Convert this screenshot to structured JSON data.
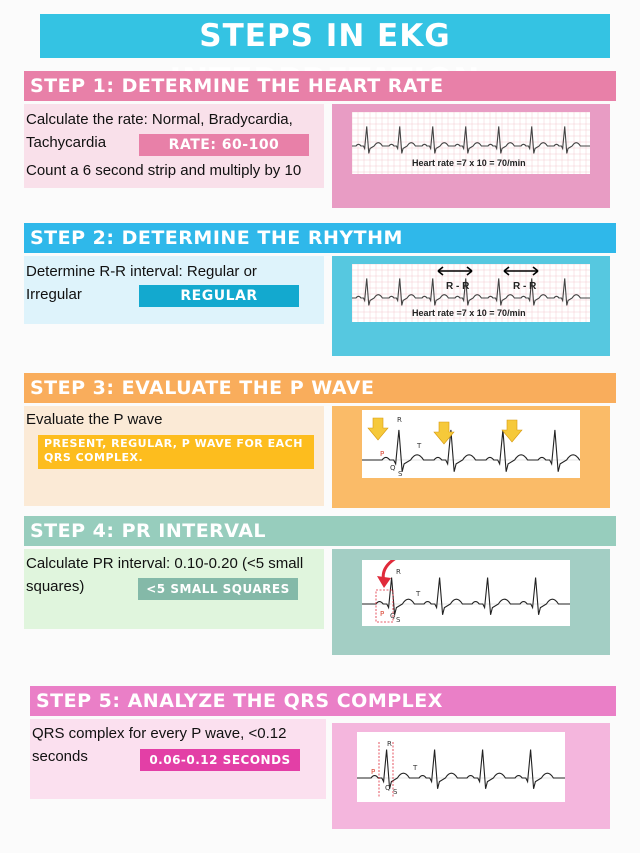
{
  "title": "STEPS IN EKG INTERPRETATION",
  "colors": {
    "title_bg": "#34c3e3",
    "step1": "#e880a8",
    "step1_light": "#f9e0ea",
    "step2": "#2fb8ea",
    "step2_light": "#def3fb",
    "step3": "#f9ad5c",
    "step3_light": "#fbead6",
    "step4": "#97cdbd",
    "step4_light": "#e0f5dd",
    "step5": "#ea7fc7",
    "step5_light": "#fbe0ef",
    "arrow_yellow": "#f6c93a",
    "arrow_red": "#e02a3a"
  },
  "steps": [
    {
      "heading": "STEP 1: DETERMINE THE HEART RATE",
      "lines": [
        "Calculate the rate: Normal, Bradycardia,",
        "Tachycardia",
        "Count a 6 second strip and multiply by 10"
      ],
      "badge": "RATE: 60-100",
      "caption": "Heart rate =7 x 10 = 70/min"
    },
    {
      "heading": "STEP 2: DETERMINE THE RHYTHM",
      "lines": [
        "Determine R-R interval:  Regular or",
        "Irregular"
      ],
      "badge": "REGULAR",
      "caption": "Heart rate =7 x 10 = 70/min",
      "rr_labels": [
        "R - R",
        "R - R"
      ]
    },
    {
      "heading": "STEP 3: EVALUATE THE P WAVE",
      "lines": [
        "Evaluate the P wave"
      ],
      "badge": "PRESENT, REGULAR, P WAVE FOR EACH QRS COMPLEX.",
      "wave_labels": [
        "R",
        "T",
        "P",
        "Q",
        "S"
      ]
    },
    {
      "heading": "STEP 4: PR INTERVAL",
      "lines": [
        "Calculate PR interval: 0.10-0.20 (<5 small",
        "squares)"
      ],
      "badge": "<5 SMALL SQUARES",
      "wave_labels": [
        "R",
        "T",
        "P",
        "Q",
        "S"
      ]
    },
    {
      "heading": "STEP 5: ANALYZE THE QRS COMPLEX",
      "lines": [
        "QRS complex for every P wave, <0.12",
        "seconds"
      ],
      "badge": "0.06-0.12 SECONDS",
      "wave_labels": [
        "R",
        "T",
        "P",
        "Q",
        "S"
      ]
    }
  ]
}
